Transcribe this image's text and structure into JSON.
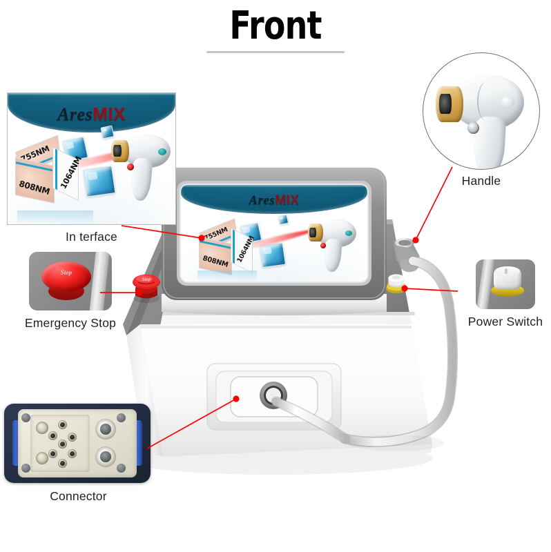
{
  "page": {
    "title": "Front",
    "background_color": "#ffffff",
    "accent_color": "#ff0000"
  },
  "device": {
    "name": "AresMIX diode laser machine",
    "body_color": "#ffffff",
    "panel_color": "#8d8d8d",
    "screen_bezel_color": "#9a9a9a"
  },
  "screen": {
    "brand_ares": "Ares",
    "brand_mix": "MIX",
    "banner_color": "#12607f",
    "wavelengths": [
      {
        "label": "755NM",
        "face": "top"
      },
      {
        "label": "808NM",
        "face": "front"
      },
      {
        "label": "1064NM",
        "face": "right"
      }
    ]
  },
  "callouts": [
    {
      "id": "interface",
      "caption": "In terface",
      "frame_shape": "rectangle",
      "leader_color": "#ff0000"
    },
    {
      "id": "emergency-stop",
      "caption": "Emergency Stop",
      "frame_shape": "rounded-square",
      "button_color": "#e01f1f",
      "button_text": "Stop",
      "leader_color": "#ff0000"
    },
    {
      "id": "connector",
      "caption": "Connector",
      "frame_shape": "rounded-rectangle",
      "housing_color": "#232c41",
      "leader_color": "#ff0000"
    },
    {
      "id": "handle",
      "caption": "Handle",
      "frame_shape": "circle",
      "head_color": "#d9ae57",
      "leader_color": "#ff0000"
    },
    {
      "id": "power-switch",
      "caption": "Power Switch",
      "frame_shape": "rounded-square",
      "ring_color": "#d9bc1f",
      "leader_color": "#ff0000"
    }
  ]
}
